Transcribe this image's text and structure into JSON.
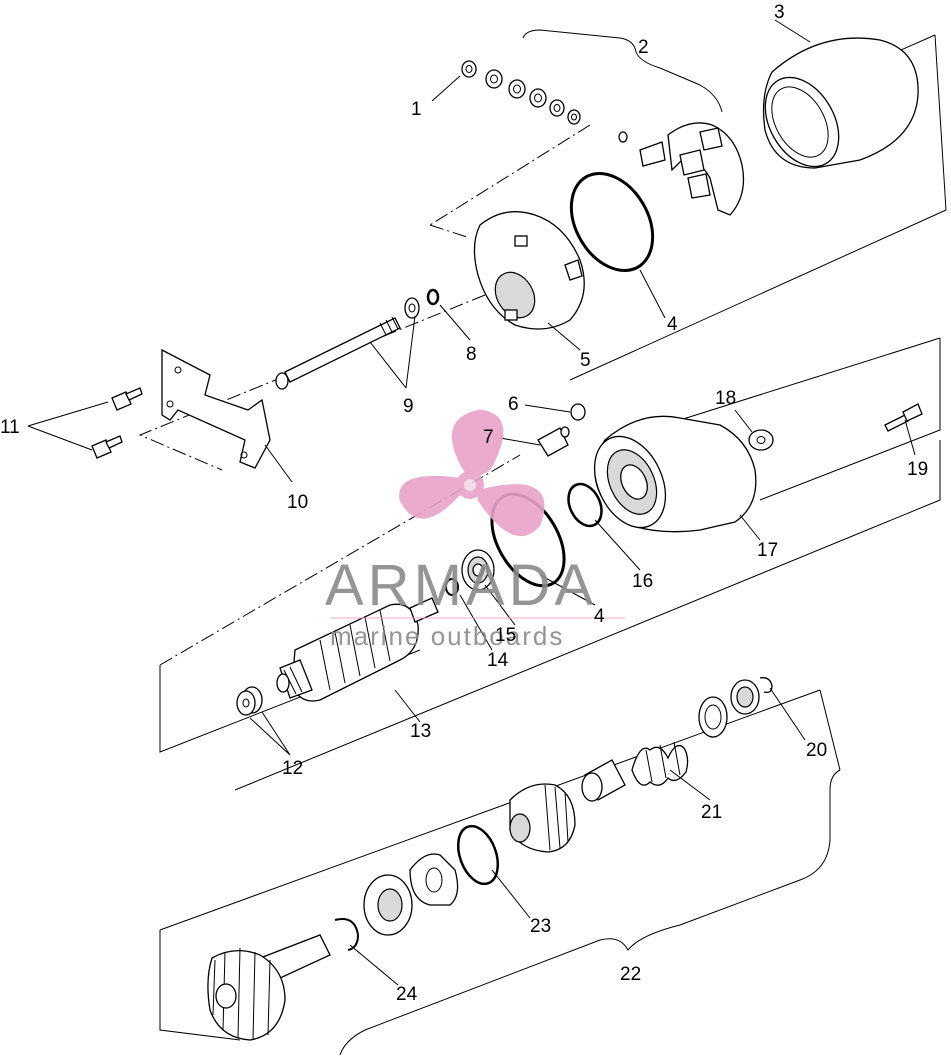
{
  "callouts": {
    "c1": "1",
    "c2": "2",
    "c3": "3",
    "c4a": "4",
    "c4b": "4",
    "c5": "5",
    "c6": "6",
    "c7": "7",
    "c8": "8",
    "c9": "9",
    "c10": "10",
    "c11": "11",
    "c12": "12",
    "c13": "13",
    "c14": "14",
    "c15": "15",
    "c16": "16",
    "c17": "17",
    "c18": "18",
    "c19": "19",
    "c20": "20",
    "c21": "21",
    "c22": "22",
    "c23": "23",
    "c24": "24"
  },
  "watermark": {
    "brand": "ARMADA",
    "tagline": "marine outboards",
    "logo_icon": "propeller-icon",
    "colors": {
      "logo": "#e9a3c9",
      "text": "#8a8a8a"
    }
  }
}
